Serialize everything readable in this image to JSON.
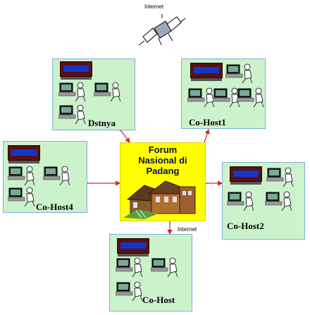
{
  "satellite_label": "Internet",
  "bottom_internet_label": "Internet",
  "center": {
    "title": "Forum\nNasional di\nPadang"
  },
  "nodes": {
    "dstnya": "Dstnya",
    "cohost1": "Co-Host1",
    "cohost4": "Co-Host4",
    "cohost2": "Co-Host2",
    "cohost": "Co-Host"
  },
  "colors": {
    "box_fill": "#ccf2cc",
    "center_fill": "#ffff00",
    "arrow": "#e02020"
  }
}
